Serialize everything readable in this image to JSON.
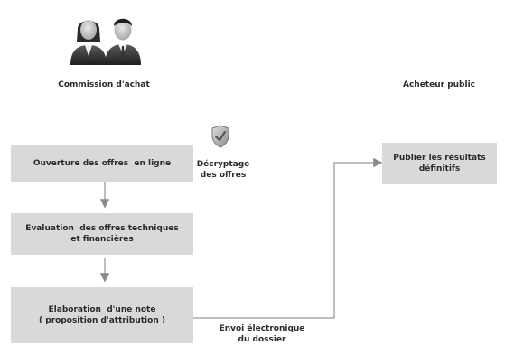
{
  "roles": {
    "commission": "Commission d'achat",
    "acheteur": "Acheteur public"
  },
  "steps": {
    "ouverture": [
      "Ouverture des offres  en ligne"
    ],
    "evaluation": [
      "Evaluation  des offres techniques",
      "et financières"
    ],
    "elaboration": [
      "Elaboration  d'une note",
      "( proposition d'attribution )"
    ],
    "publier": [
      "Publier les résultats",
      "définitifs"
    ]
  },
  "annotations": {
    "decryptage": [
      "Décryptage",
      "des offres"
    ],
    "envoi": [
      "Envoi électronique",
      "du dossier"
    ]
  },
  "icons": {
    "people": "users-icon",
    "shield": "shield-icon"
  }
}
